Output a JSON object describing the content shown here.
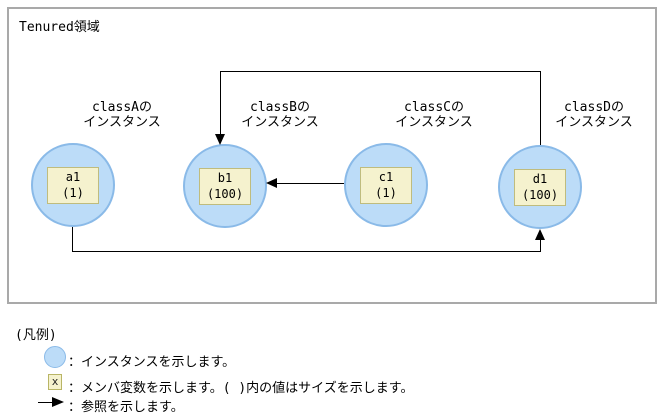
{
  "diagram": {
    "region_title": "Tenured領域",
    "instances": [
      {
        "class_line1": "classAの",
        "class_line2": "インスタンス",
        "name": "a1",
        "size": "(1)"
      },
      {
        "class_line1": "classBの",
        "class_line2": "インスタンス",
        "name": "b1",
        "size": "(100)"
      },
      {
        "class_line1": "classCの",
        "class_line2": "インスタンス",
        "name": "c1",
        "size": "(1)"
      },
      {
        "class_line1": "classDの",
        "class_line2": "インスタンス",
        "name": "d1",
        "size": "(100)"
      }
    ],
    "references": [
      {
        "from": "d1",
        "to": "b1"
      },
      {
        "from": "c1",
        "to": "b1"
      },
      {
        "from": "a1",
        "to": "d1"
      }
    ]
  },
  "legend": {
    "title": "(凡例)",
    "items": [
      {
        "icon": "instance-circle-icon",
        "text": "：インスタンスを示します。"
      },
      {
        "icon": "member-variable-icon",
        "symbol": "x",
        "text": "：メンバ変数を示します。( )内の値はサイズを示します。"
      },
      {
        "icon": "reference-arrow-icon",
        "text": "：参照を示します。"
      }
    ]
  },
  "colors": {
    "instance_fill": "#bcdcf8",
    "instance_border": "#8abae8",
    "member_box_fill": "#f5f2ce",
    "member_box_border": "#bfbc7e",
    "outer_border": "#a9a9a9",
    "line": "#000000"
  }
}
